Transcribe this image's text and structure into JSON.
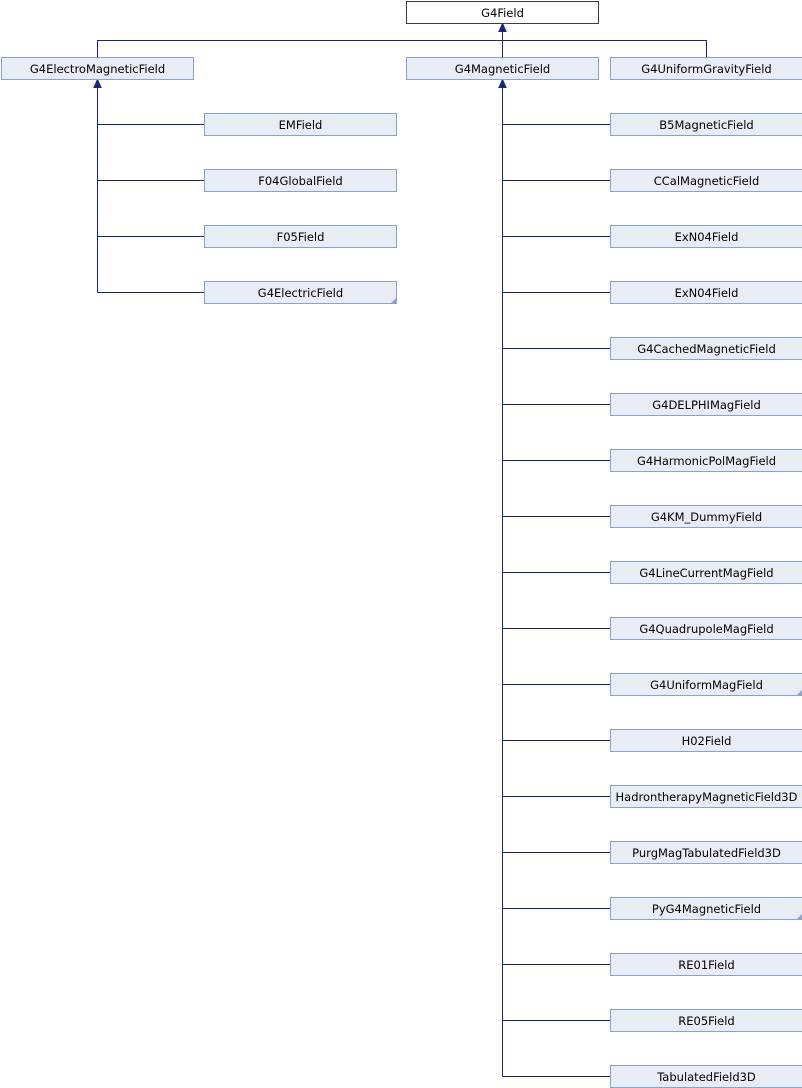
{
  "diagram": {
    "root": "G4Field",
    "groups": [
      {
        "name": "G4ElectroMagneticField",
        "children": [
          {
            "name": "EMField"
          },
          {
            "name": "F04GlobalField"
          },
          {
            "name": "F05Field"
          },
          {
            "name": "G4ElectricField",
            "has_more": true
          }
        ]
      },
      {
        "name": "G4MagneticField",
        "children": [
          {
            "name": "B5MagneticField"
          },
          {
            "name": "CCalMagneticField"
          },
          {
            "name": "ExN04Field"
          },
          {
            "name": "ExN04Field"
          },
          {
            "name": "G4CachedMagneticField"
          },
          {
            "name": "G4DELPHIMagField"
          },
          {
            "name": "G4HarmonicPolMagField"
          },
          {
            "name": "G4KM_DummyField"
          },
          {
            "name": "G4LineCurrentMagField"
          },
          {
            "name": "G4QuadrupoleMagField"
          },
          {
            "name": "G4UniformMagField",
            "has_more": true
          },
          {
            "name": "H02Field"
          },
          {
            "name": "HadrontherapyMagneticField3D"
          },
          {
            "name": "PurgMagTabulatedField3D"
          },
          {
            "name": "PyG4MagneticField",
            "has_more": true
          },
          {
            "name": "RE01Field"
          },
          {
            "name": "RE05Field"
          },
          {
            "name": "TabulatedField3D"
          }
        ]
      },
      {
        "name": "G4UniformGravityField",
        "children": []
      }
    ]
  }
}
